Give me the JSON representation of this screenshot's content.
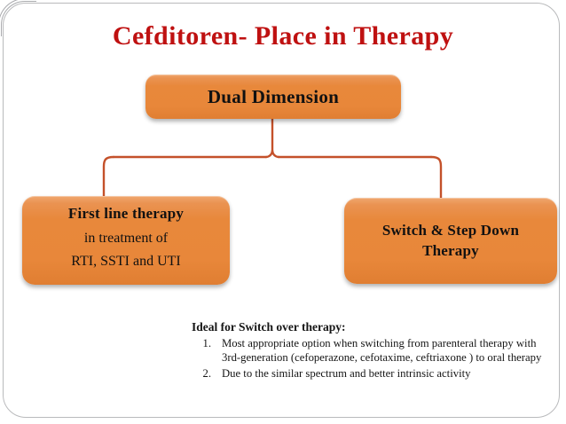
{
  "slide": {
    "title": "Cefditoren- Place in Therapy",
    "title_color": "#bf1111",
    "background": "#ffffff",
    "border_color": "#b9babc"
  },
  "diagram": {
    "accent_color": "#e8883a",
    "connector_color": "#c4512a",
    "root": {
      "label": "Dual Dimension"
    },
    "children": [
      {
        "label": "First line therapy",
        "sub_line_1": "in treatment of",
        "sub_line_2": "RTI, SSTI and UTI"
      },
      {
        "label_line_1": "Switch & Step Down",
        "label_line_2": "Therapy"
      }
    ]
  },
  "notes": {
    "heading": "Ideal for Switch over therapy:",
    "items": [
      {
        "number": "1.",
        "text": "Most appropriate option when switching from parenteral therapy with 3rd-generation (cefoperazone, cefotaxime, ceftriaxone ) to oral therapy"
      },
      {
        "number": "2.",
        "text": "Due to the similar spectrum and better intrinsic activity"
      }
    ]
  }
}
